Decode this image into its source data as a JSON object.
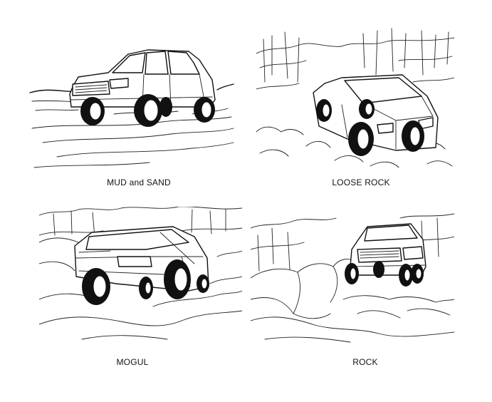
{
  "panels": [
    {
      "caption": "MUD and SAND",
      "scene": "mud-and-sand"
    },
    {
      "caption": "LOOSE ROCK",
      "scene": "loose-rock"
    },
    {
      "caption": "MOGUL",
      "scene": "mogul"
    },
    {
      "caption": "ROCK",
      "scene": "rock"
    }
  ]
}
